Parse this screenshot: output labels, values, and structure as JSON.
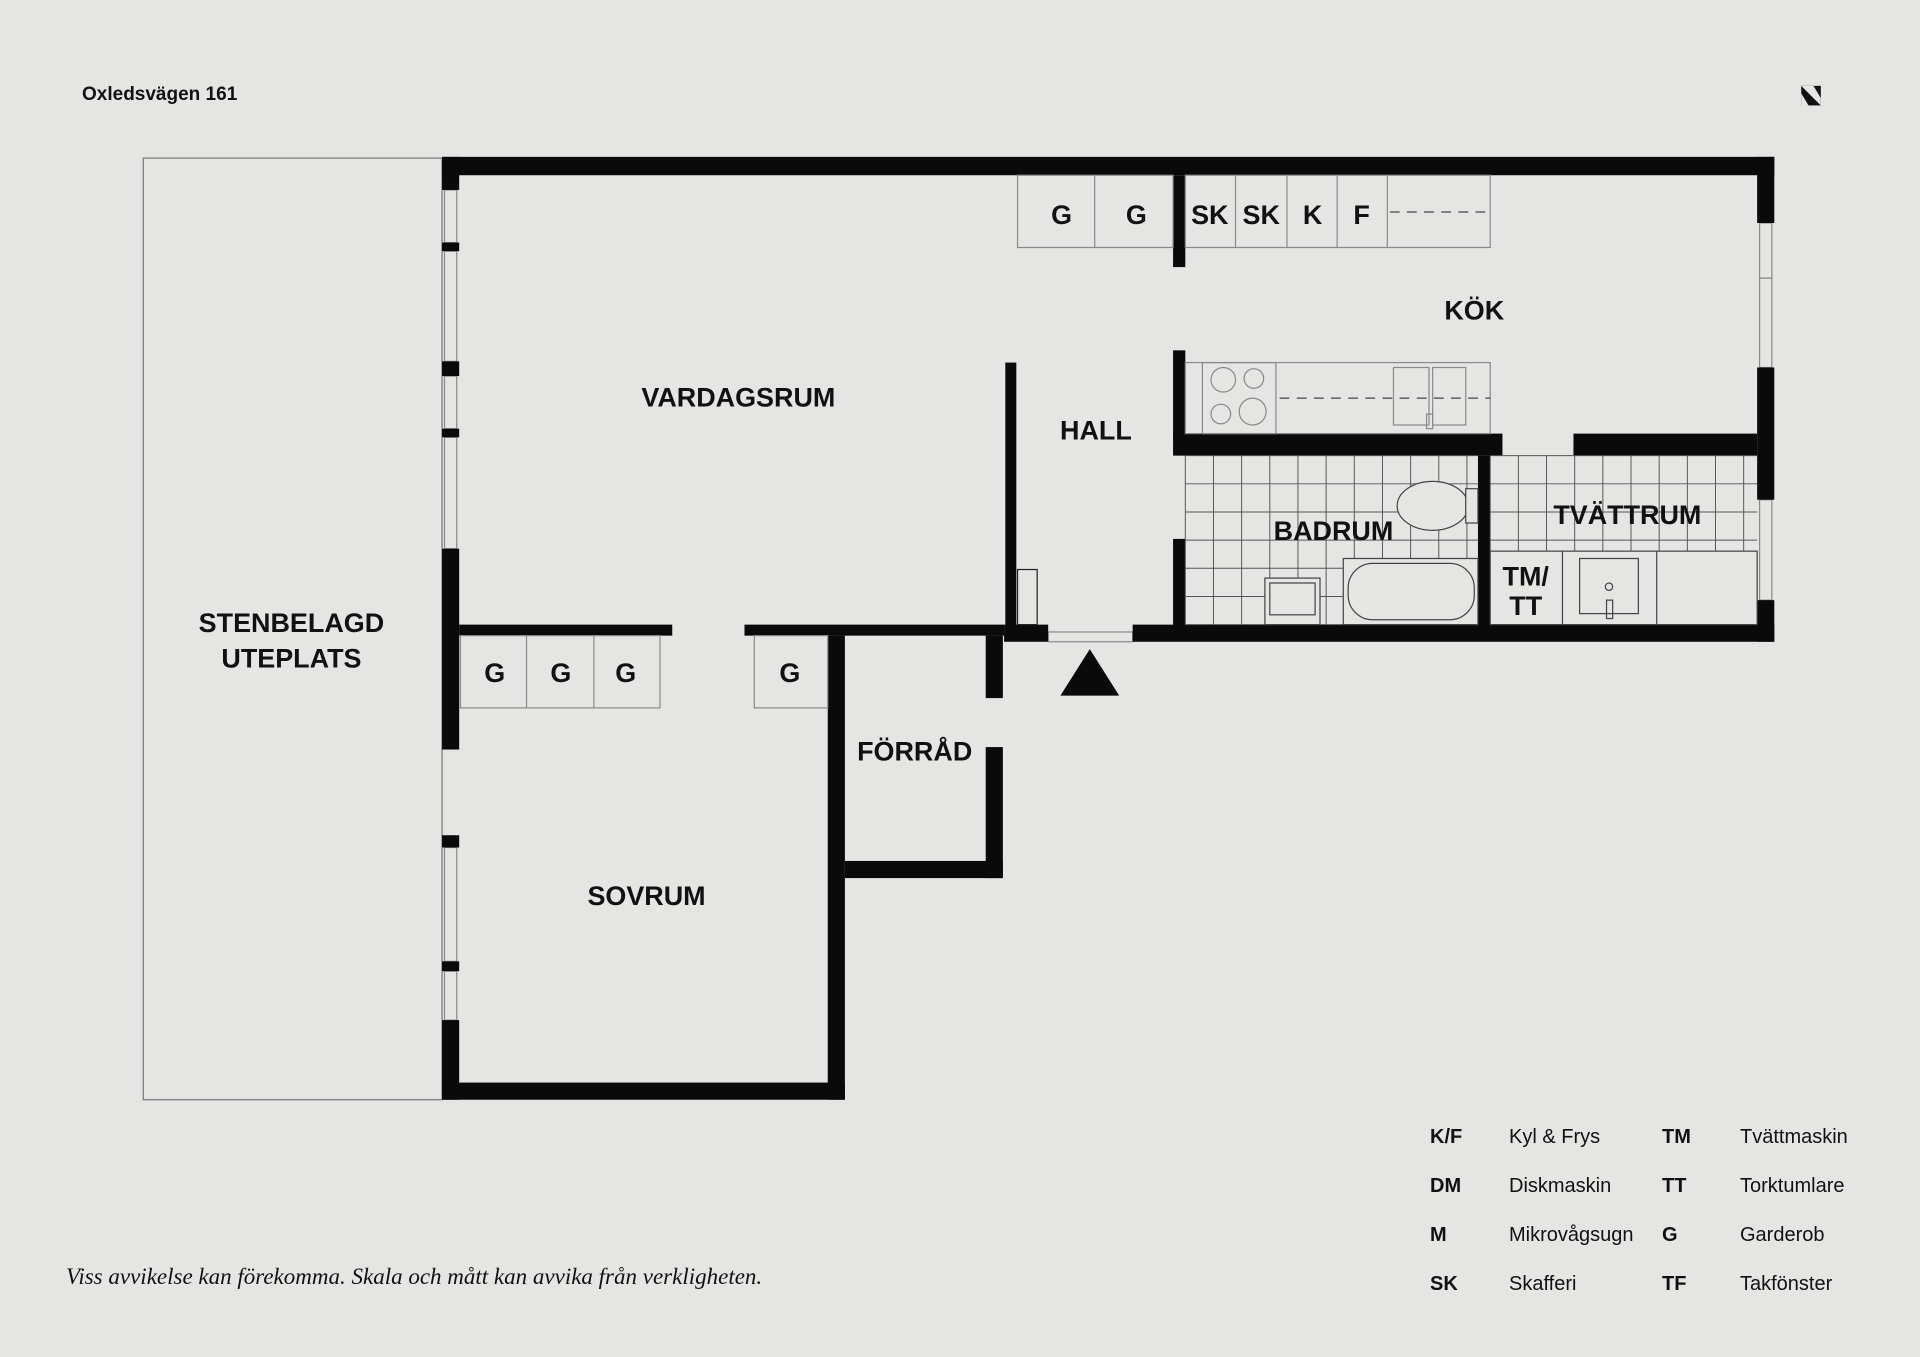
{
  "title": "Oxledsvägen 161",
  "logo": "brand-logo",
  "disclaimer": "Viss avvikelse kan förekomma. Skala och mått kan avvika från verkligheten.",
  "rooms": {
    "uteplats_1": "STENBELAGD",
    "uteplats_2": "UTEPLATS",
    "vardagsrum": "VARDAGSRUM",
    "hall": "HALL",
    "kok": "KÖK",
    "badrum": "BADRUM",
    "tvattrum": "TVÄTTRUM",
    "forrad": "FÖRRÅD",
    "sovrum": "SOVRUM"
  },
  "fixtures": {
    "g": "G",
    "sk": "SK",
    "k": "K",
    "f": "F",
    "tm": "TM/",
    "tt": "TT"
  },
  "legend": [
    {
      "key": "K/F",
      "label": "Kyl & Frys"
    },
    {
      "key": "DM",
      "label": "Diskmaskin"
    },
    {
      "key": "M",
      "label": "Mikrovågsugn"
    },
    {
      "key": "SK",
      "label": "Skafferi"
    },
    {
      "key": "TM",
      "label": "Tvättmaskin"
    },
    {
      "key": "TT",
      "label": "Torktumlare"
    },
    {
      "key": "G",
      "label": "Garderob"
    },
    {
      "key": "TF",
      "label": "Takfönster"
    }
  ]
}
